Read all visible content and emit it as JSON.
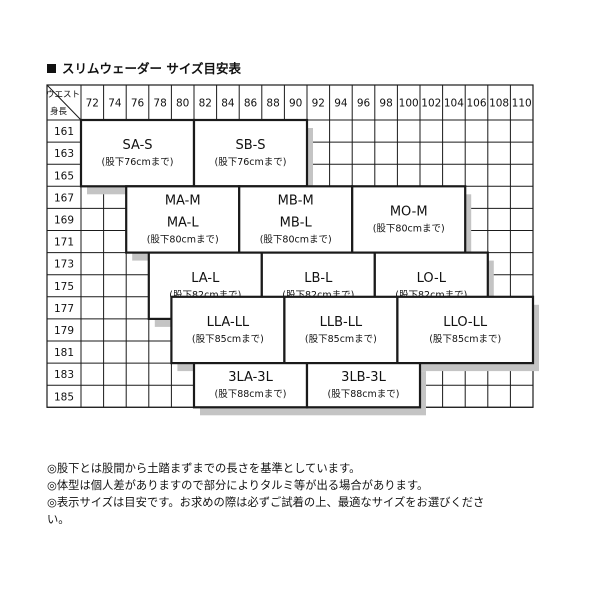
{
  "title": "スリムウェーダー サイズ目安表",
  "corner": {
    "waist_label": "ウエスト",
    "height_label": "身長"
  },
  "waist_values": [
    "72",
    "74",
    "76",
    "78",
    "80",
    "82",
    "84",
    "86",
    "88",
    "90",
    "92",
    "94",
    "96",
    "98",
    "100",
    "102",
    "104",
    "106",
    "108",
    "110"
  ],
  "height_values": [
    "161",
    "163",
    "165",
    "167",
    "169",
    "171",
    "173",
    "175",
    "177",
    "179",
    "181",
    "183",
    "185"
  ],
  "size_boxes": [
    {
      "names": [
        "SA-S"
      ],
      "inseam": "(股下76cmまで)",
      "waist_range": [
        "72",
        "80"
      ],
      "height_range": [
        "161",
        "165"
      ]
    },
    {
      "names": [
        "SB-S"
      ],
      "inseam": "(股下76cmまで)",
      "waist_range": [
        "82",
        "90"
      ],
      "height_range": [
        "161",
        "165"
      ]
    },
    {
      "names": [
        "MA-M",
        "MA-L"
      ],
      "inseam": "(股下80cmまで)",
      "waist_range": [
        "76",
        "84"
      ],
      "height_range": [
        "167",
        "171"
      ]
    },
    {
      "names": [
        "MB-M",
        "MB-L"
      ],
      "inseam": "(股下80cmまで)",
      "waist_range": [
        "86",
        "94"
      ],
      "height_range": [
        "167",
        "171"
      ]
    },
    {
      "names": [
        "MO-M"
      ],
      "inseam": "(股下80cmまで)",
      "waist_range": [
        "96",
        "104"
      ],
      "height_range": [
        "167",
        "171"
      ]
    },
    {
      "names": [
        "LA-L"
      ],
      "inseam": "(股下82cmまで)",
      "waist_range": [
        "78",
        "86"
      ],
      "height_range": [
        "173",
        "177"
      ]
    },
    {
      "names": [
        "LB-L"
      ],
      "inseam": "(股下82cmまで)",
      "waist_range": [
        "88",
        "96"
      ],
      "height_range": [
        "173",
        "177"
      ]
    },
    {
      "names": [
        "LO-L"
      ],
      "inseam": "(股下82cmまで)",
      "waist_range": [
        "98",
        "106"
      ],
      "height_range": [
        "173",
        "177"
      ]
    },
    {
      "names": [
        "LLA-LL"
      ],
      "inseam": "(股下85cmまで)",
      "waist_range": [
        "80",
        "88"
      ],
      "height_range": [
        "177",
        "181"
      ]
    },
    {
      "names": [
        "LLB-LL"
      ],
      "inseam": "(股下85cmまで)",
      "waist_range": [
        "90",
        "98"
      ],
      "height_range": [
        "177",
        "181"
      ]
    },
    {
      "names": [
        "LLO-LL"
      ],
      "inseam": "(股下85cmまで)",
      "waist_range": [
        "100",
        "110"
      ],
      "height_range": [
        "177",
        "181"
      ]
    },
    {
      "names": [
        "3LA-3L"
      ],
      "inseam": "(股下88cmまで)",
      "waist_range": [
        "82",
        "90"
      ],
      "height_range": [
        "183",
        "185"
      ]
    },
    {
      "names": [
        "3LB-3L"
      ],
      "inseam": "(股下88cmまで)",
      "waist_range": [
        "92",
        "100"
      ],
      "height_range": [
        "183",
        "185"
      ]
    }
  ],
  "notes": [
    "◎股下とは股間から土踏まずまでの長さを基準としています。",
    "◎体型は個人差がありますので部分によりタルミ等が出る場合があります。",
    "◎表示サイズは目安です。お求めの際は必ずご試着の上、最適なサイズをお選びくださ",
    "い。"
  ],
  "colors": {
    "line": "#1a1a1a",
    "shadow": "#c4c4c4",
    "box_fill": "#ffffff"
  }
}
